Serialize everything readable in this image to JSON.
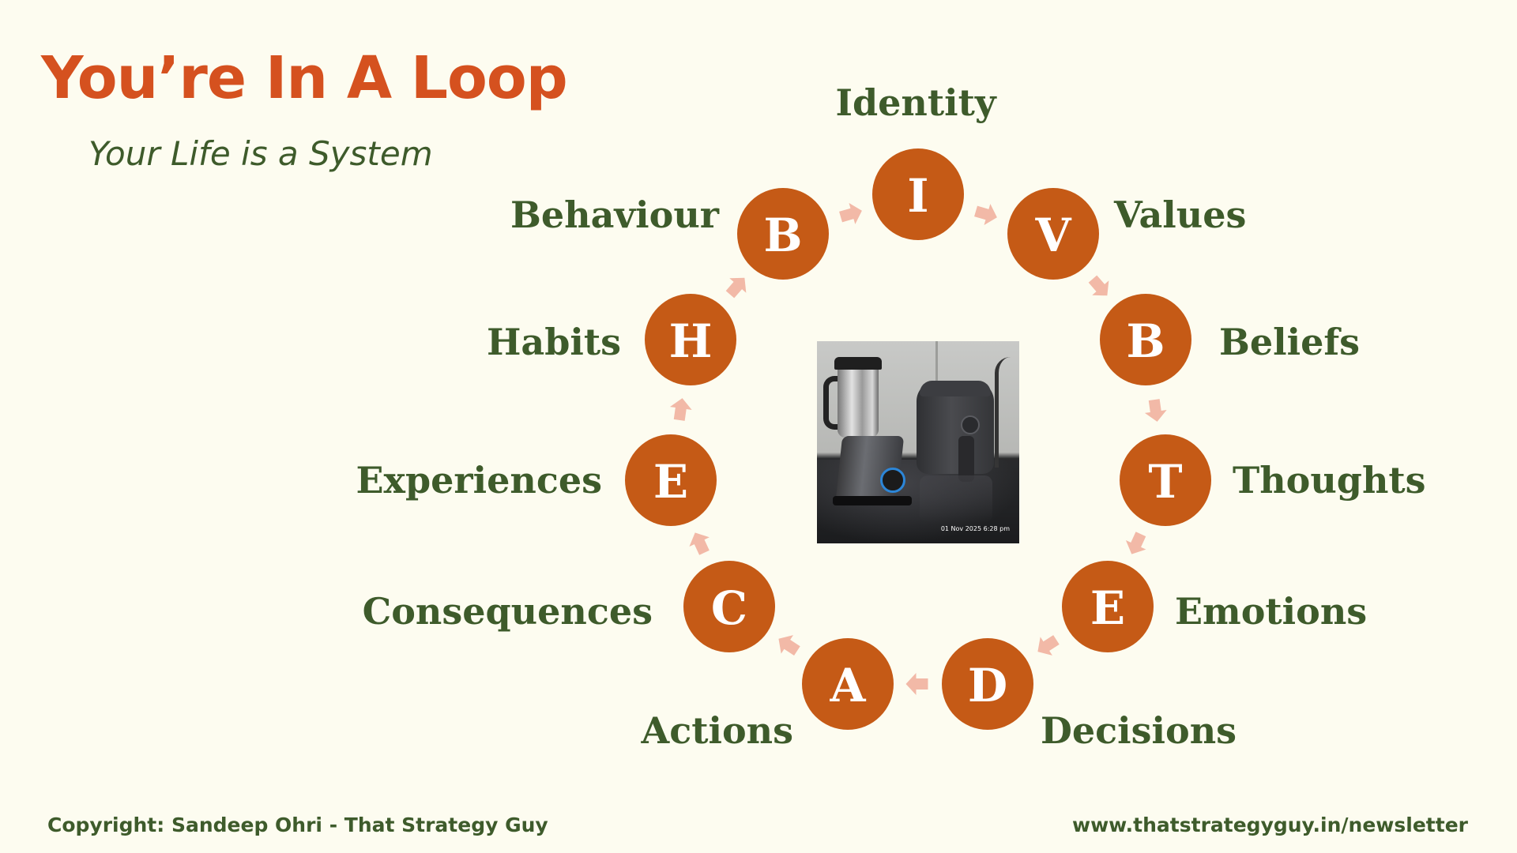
{
  "header": {
    "title": "You’re In A Loop",
    "subtitle": "Your Life is a System"
  },
  "colors": {
    "background": "#fdfcf0",
    "title": "#d5511f",
    "subtitle": "#3e5b2b",
    "node_fill": "#c55a16",
    "node_letter": "#ffffff",
    "label": "#3e5b2b",
    "arrow": "#f2b9a7",
    "footer": "#3e5b2b"
  },
  "loop": {
    "nodes": [
      {
        "letter": "I",
        "label": "Identity"
      },
      {
        "letter": "V",
        "label": "Values"
      },
      {
        "letter": "B",
        "label": "Beliefs"
      },
      {
        "letter": "T",
        "label": "Thoughts"
      },
      {
        "letter": "E",
        "label": "Emotions"
      },
      {
        "letter": "D",
        "label": "Decisions"
      },
      {
        "letter": "A",
        "label": "Actions"
      },
      {
        "letter": "C",
        "label": "Consequences"
      },
      {
        "letter": "E",
        "label": "Experiences"
      },
      {
        "letter": "H",
        "label": "Habits"
      },
      {
        "letter": "B",
        "label": "Behaviour"
      }
    ],
    "direction": "clockwise"
  },
  "photo": {
    "stamp": "01 Nov 2025 6:28 pm"
  },
  "footer": {
    "left": "Copyright: Sandeep Ohri - That Strategy Guy",
    "right": "www.thatstrategyguy.in/newsletter"
  }
}
